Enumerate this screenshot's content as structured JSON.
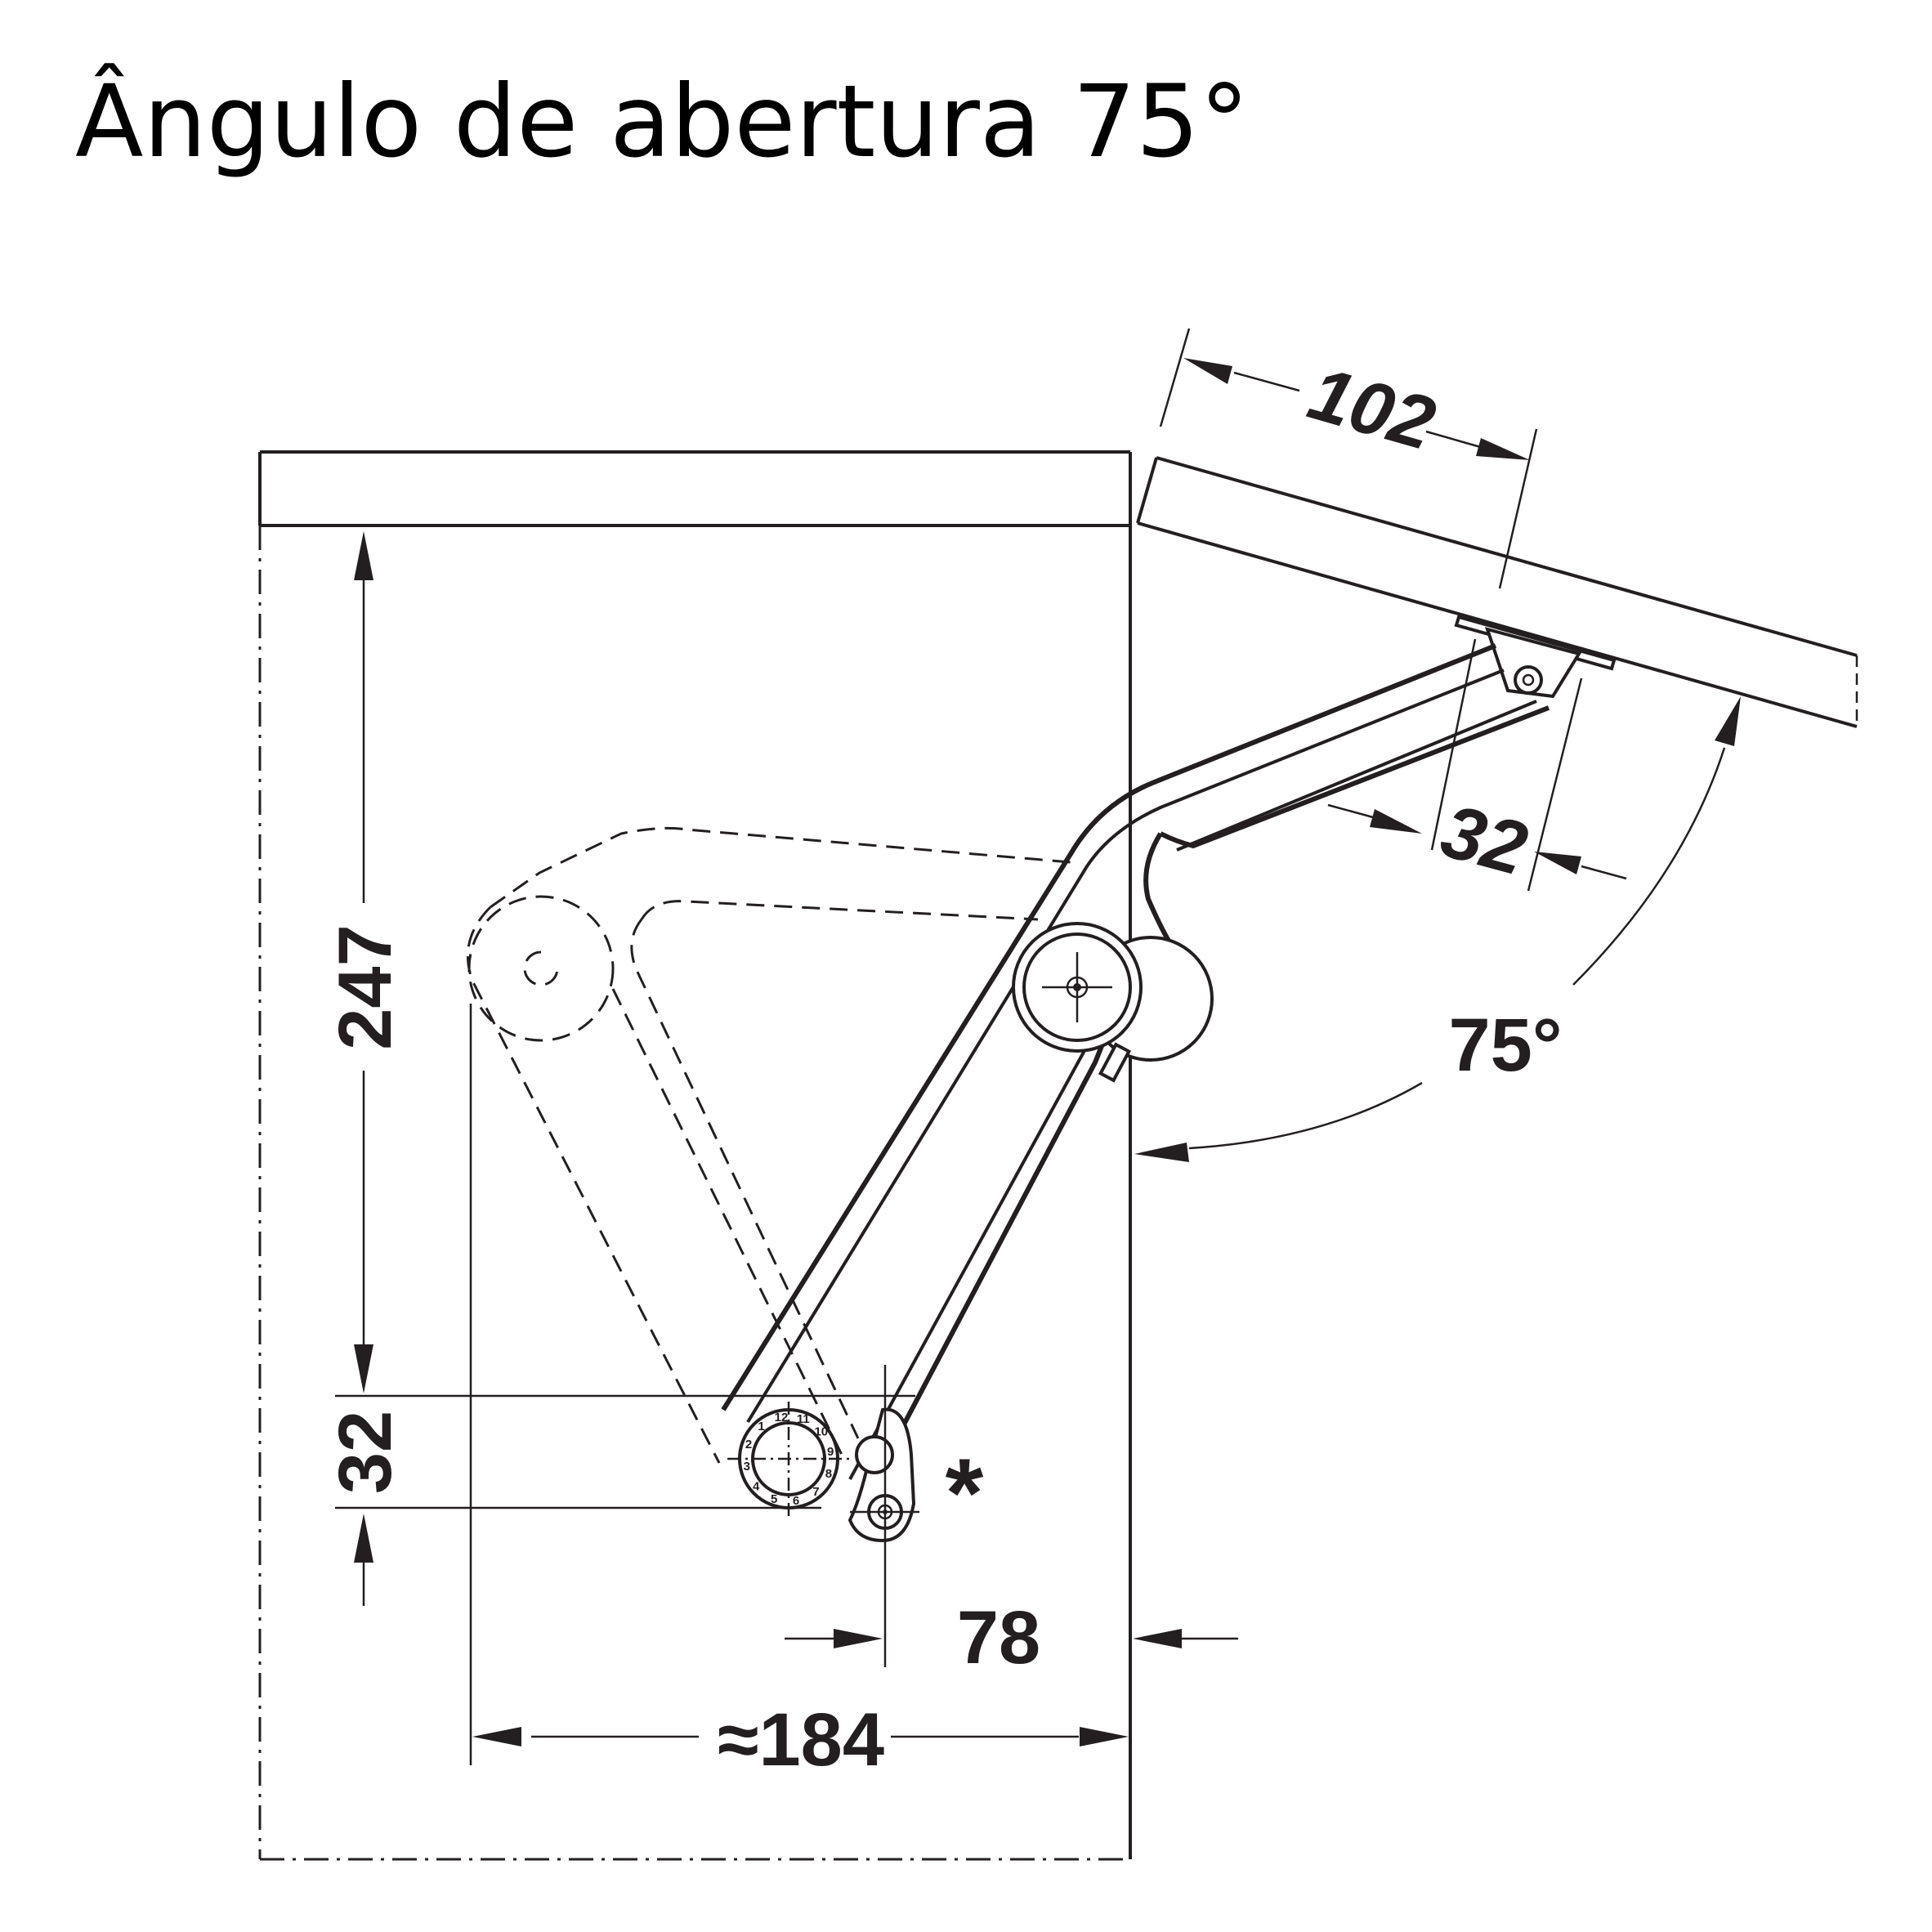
{
  "title": "Ângulo de abertura 75°",
  "dimensions": {
    "flap_width": "102",
    "hinge_offset": "32",
    "angle": "75°",
    "height": "247",
    "mount_height": "32",
    "mount_depth": "78",
    "overall_depth": "≈184",
    "note_marker": "*"
  },
  "dial_numbers": [
    "12",
    "11",
    "10",
    "9",
    "8",
    "7",
    "6",
    "5",
    "4",
    "3",
    "2",
    "1"
  ],
  "colors": {
    "line": "#231f20",
    "background": "#ffffff"
  }
}
